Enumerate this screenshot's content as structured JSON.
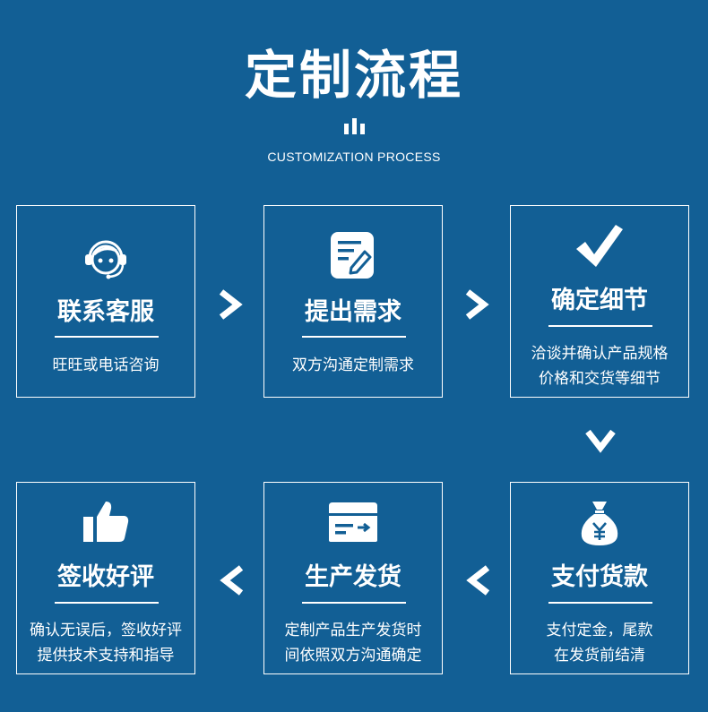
{
  "header": {
    "title": "定制流程",
    "subtitle": "CUSTOMIZATION PROCESS"
  },
  "colors": {
    "background": "#125f95",
    "foreground": "#ffffff"
  },
  "steps": [
    {
      "icon": "customer-service-icon",
      "title": "联系客服",
      "desc": [
        "旺旺或电话咨询"
      ]
    },
    {
      "icon": "edit-document-icon",
      "title": "提出需求",
      "desc": [
        "双方沟通定制需求"
      ]
    },
    {
      "icon": "checkmark-icon",
      "title": "确定细节",
      "desc": [
        "洽谈并确认产品规格",
        "价格和交货等细节"
      ]
    },
    {
      "icon": "money-bag-icon",
      "title": "支付货款",
      "desc": [
        "支付定金，尾款",
        "在发货前结清"
      ]
    },
    {
      "icon": "delivery-truck-icon",
      "title": "生产发货",
      "desc": [
        "定制产品生产发货时",
        "间依照双方沟通确定"
      ]
    },
    {
      "icon": "thumbs-up-icon",
      "title": "签收好评",
      "desc": [
        "确认无误后，签收好评",
        "提供技术支持和指导"
      ]
    }
  ]
}
